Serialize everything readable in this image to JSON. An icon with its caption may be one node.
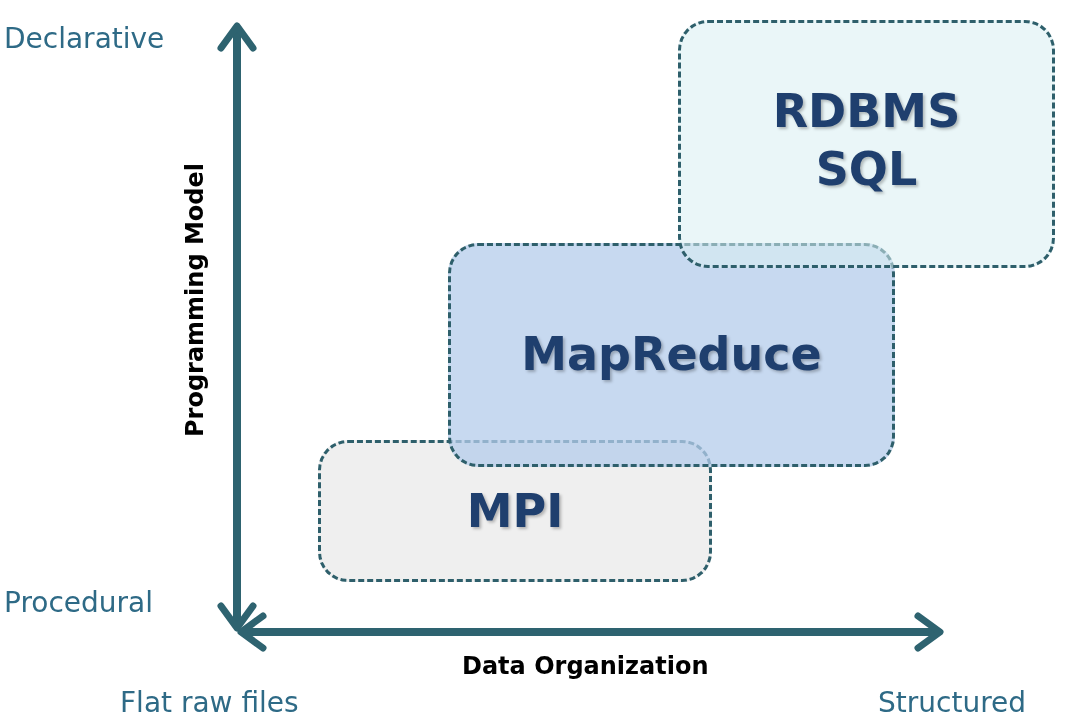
{
  "diagram": {
    "nodes": [
      {
        "text": [
          "RDBMS SQL"
        ]
      },
      {
        "text": [
          "MapReduce"
        ]
      },
      {
        "text": [
          "MPI"
        ]
      }
    ],
    "edges": [],
    "labels": [
      "Declarative",
      "Programming Model",
      "Procedural",
      "Data Organization",
      "Flat raw files",
      "Structured"
    ]
  }
}
